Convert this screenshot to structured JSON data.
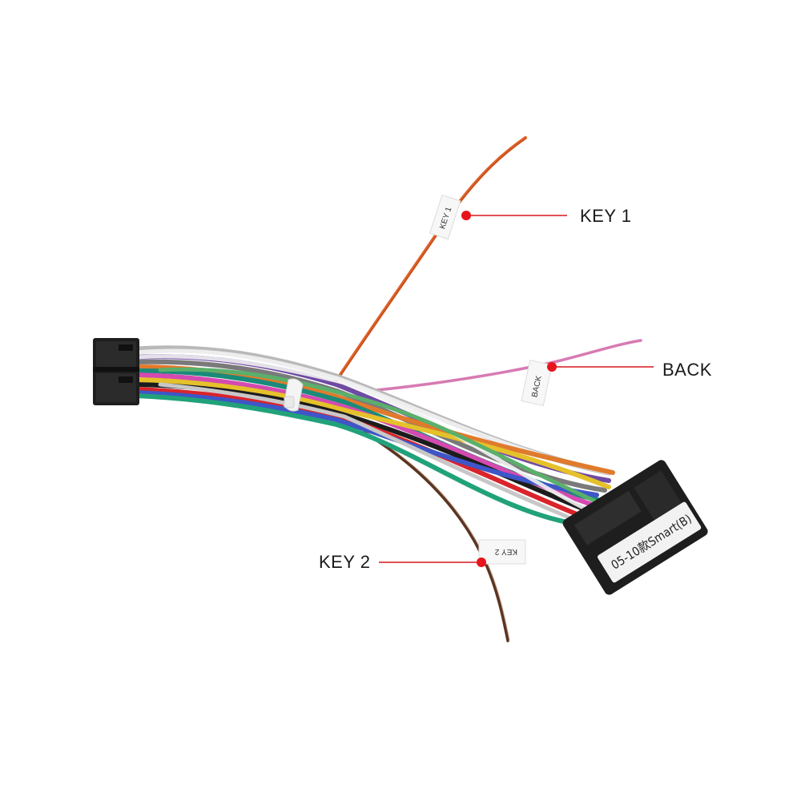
{
  "callouts": {
    "key1": {
      "label": "KEY 1"
    },
    "back": {
      "label": "BACK"
    },
    "key2": {
      "label": "KEY 2"
    }
  },
  "tags": {
    "key1_tag": "KEY 1",
    "back_tag": "BACK",
    "key2_tag": "KEY 2"
  },
  "connector": {
    "label": "05-10款Smart(B)"
  },
  "colors": {
    "callout_dot": "#e8141c",
    "callout_line": "#d9161e",
    "key1_wire": "#e0622a",
    "back_wire": "#d77ab3",
    "key2_wire": "#5a3522",
    "connector_body": "#1e1e1e",
    "label_plate": "#f2f2f2"
  }
}
